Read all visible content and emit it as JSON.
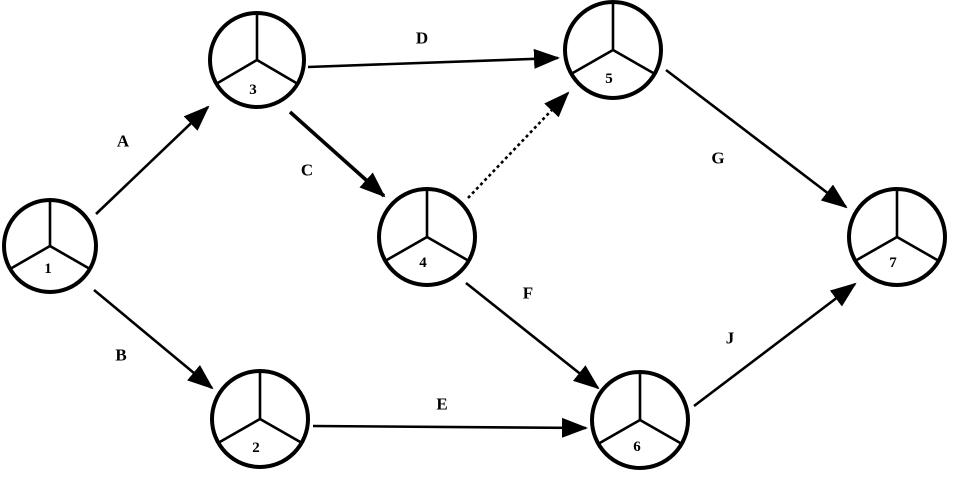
{
  "nodes": [
    "1",
    "2",
    "3",
    "4",
    "5",
    "6",
    "7"
  ],
  "edges": [
    {
      "label": "A",
      "from": 1,
      "to": 3
    },
    {
      "label": "B",
      "from": 1,
      "to": 2
    },
    {
      "label": "C",
      "from": 3,
      "to": 4
    },
    {
      "label": "D",
      "from": 3,
      "to": 5
    },
    {
      "label": "E",
      "from": 2,
      "to": 6
    },
    {
      "label": "F",
      "from": 4,
      "to": 6
    },
    {
      "label": "G",
      "from": 5,
      "to": 7
    },
    {
      "label": "J",
      "from": 6,
      "to": 7
    },
    {
      "from": 4,
      "to": 5,
      "dummy": true
    }
  ],
  "colors": {
    "line": "#000000",
    "background": "#ffffff"
  }
}
